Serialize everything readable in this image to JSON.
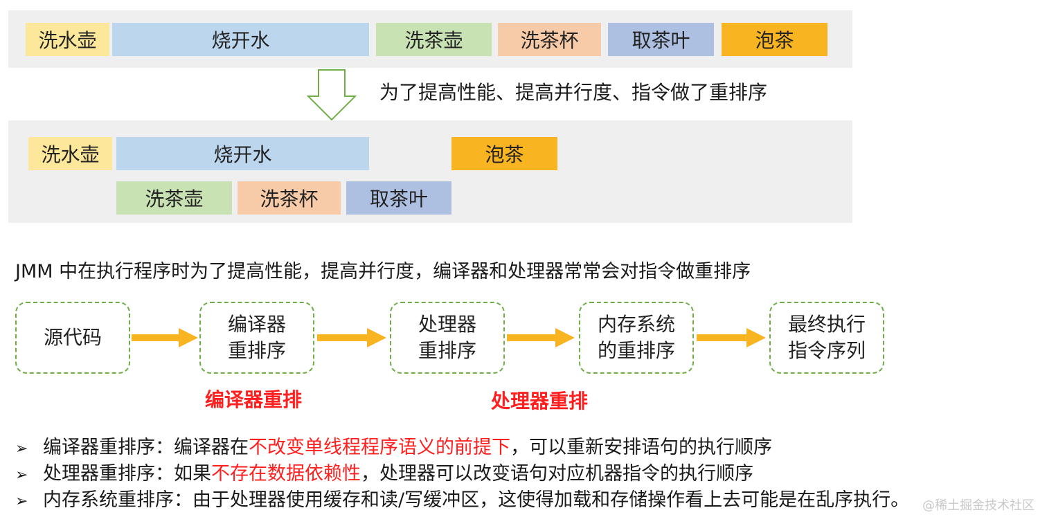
{
  "colors": {
    "yellow": "#fde79a",
    "blue": "#bcd6ee",
    "green": "#c9e2b4",
    "salmon": "#f8cba8",
    "slate": "#aec0e2",
    "orange": "#f9b422",
    "arrow": "#f9b422",
    "dashed_border": "#70ad47",
    "red_text": "#ff1f1f"
  },
  "top_sequence": [
    "洗水壶",
    "烧开水",
    "洗茶壶",
    "洗茶杯",
    "取茶叶",
    "泡茶"
  ],
  "reorder_caption": "为了提高性能、提高并行度、指令做了重排序",
  "reordered": {
    "row1": [
      "洗水壶",
      "烧开水",
      "泡茶"
    ],
    "row2": [
      "洗茶壶",
      "洗茶杯",
      "取茶叶"
    ]
  },
  "jmm_statement": "JMM 中在执行程序时为了提高性能，提高并行度，编译器和处理器常常会对指令做重排序",
  "flow": [
    {
      "lines": [
        "源代码"
      ]
    },
    {
      "lines": [
        "编译器",
        "重排序"
      ]
    },
    {
      "lines": [
        "处理器",
        "重排序"
      ]
    },
    {
      "lines": [
        "内存系统",
        "的重排序"
      ]
    },
    {
      "lines": [
        "最终执行",
        "指令序列"
      ]
    }
  ],
  "flow_labels": {
    "compiler": "编译器重排",
    "processor": "处理器重排"
  },
  "bullets": [
    {
      "pre": "编译器重排序：编译器在",
      "red": "不改变单线程程序语义的前提下",
      "post": "，可以重新安排语句的执行顺序"
    },
    {
      "pre": "处理器重排序：如果",
      "red": "不存在数据依赖性",
      "post": "，处理器可以改变语句对应机器指令的执行顺序"
    },
    {
      "pre": "内存系统重排序：由于处理器使用缓存和读/写缓冲区，这使得加载和存储操作看上去可能是在乱序执行。",
      "red": "",
      "post": ""
    }
  ],
  "bullet_marker": "➢",
  "watermark": "@稀土掘金技术社区"
}
